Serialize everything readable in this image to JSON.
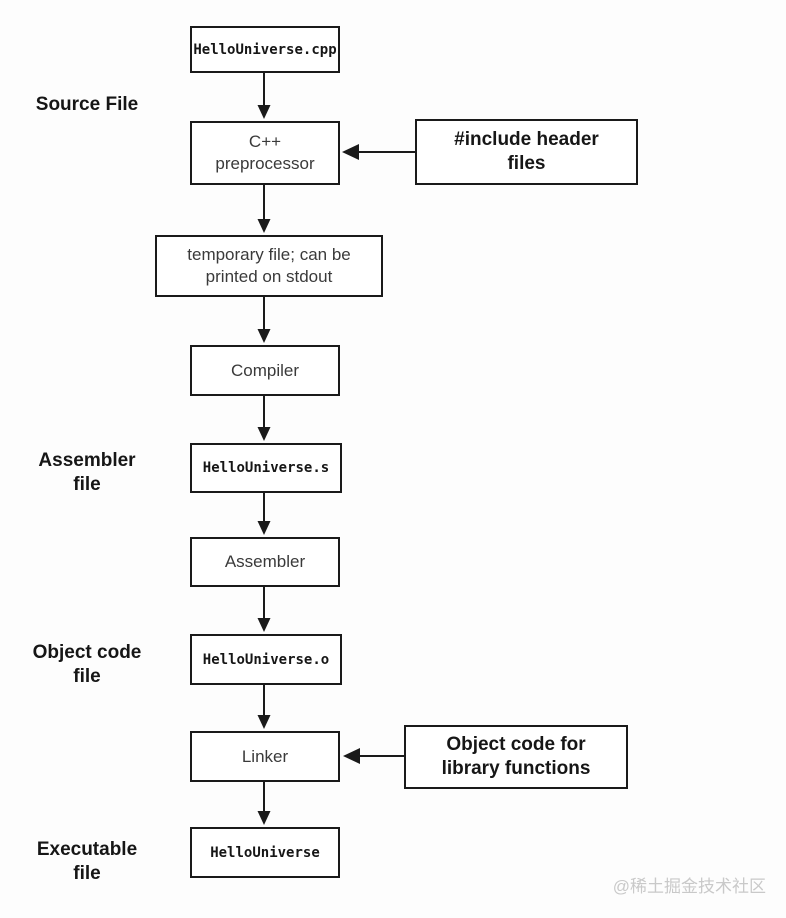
{
  "diagram": {
    "nodes": [
      {
        "id": "source-code-file",
        "lines": [
          "HelloUniverse.cpp"
        ]
      },
      {
        "id": "preprocessor",
        "lines": [
          "C++",
          "preprocessor"
        ]
      },
      {
        "id": "temporary-file",
        "lines": [
          "temporary file; can be",
          "printed on stdout"
        ]
      },
      {
        "id": "compiler",
        "lines": [
          "Compiler"
        ]
      },
      {
        "id": "assembler-output",
        "lines": [
          "HelloUniverse.s"
        ]
      },
      {
        "id": "assembler",
        "lines": [
          "Assembler"
        ]
      },
      {
        "id": "object-file",
        "lines": [
          "HelloUniverse.o"
        ]
      },
      {
        "id": "linker",
        "lines": [
          "Linker"
        ]
      },
      {
        "id": "executable",
        "lines": [
          "HelloUniverse"
        ]
      }
    ],
    "side_notes": [
      {
        "id": "include-headers",
        "lines": [
          "#include header",
          "files"
        ]
      },
      {
        "id": "object-library",
        "lines": [
          "Object code for",
          "library functions"
        ]
      }
    ],
    "stage_labels": [
      {
        "id": "source-file",
        "lines": [
          "Source File"
        ]
      },
      {
        "id": "assembler-file",
        "lines": [
          "Assembler",
          "file"
        ]
      },
      {
        "id": "object-code-file",
        "lines": [
          "Object code",
          "file"
        ]
      },
      {
        "id": "executable-file",
        "lines": [
          "Executable",
          "file"
        ]
      }
    ],
    "watermark": "@稀土掘金技术社区",
    "colors": {
      "line": "#1a1a1a",
      "box_text": "#3a3a3a",
      "label_text": "#161616",
      "watermark": "#c9c9c9",
      "background": "#fdfdfd"
    }
  }
}
